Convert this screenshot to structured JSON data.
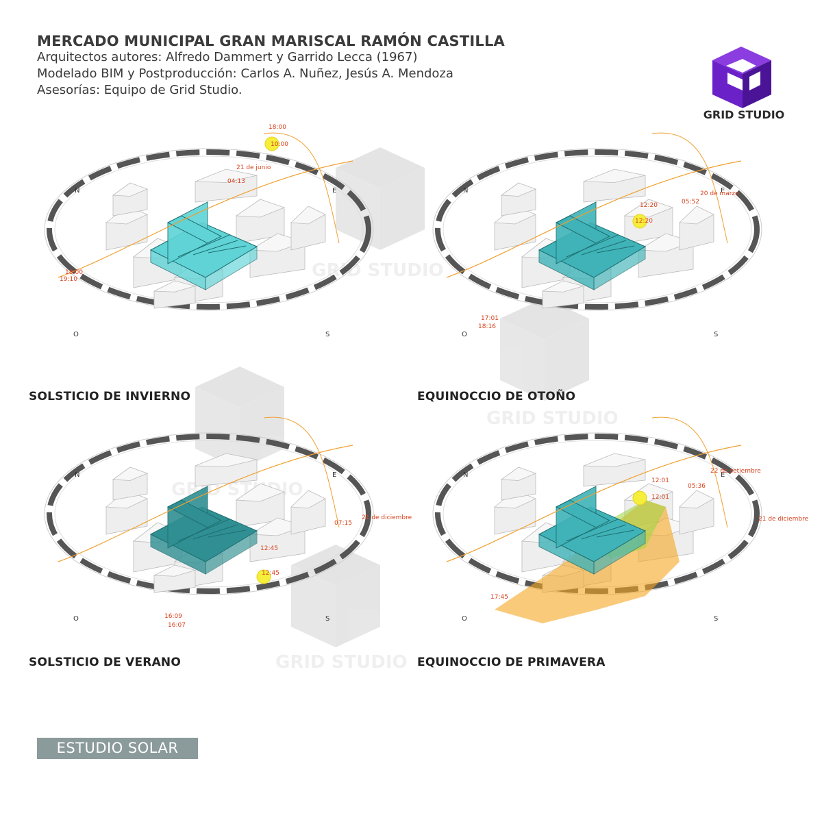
{
  "header": {
    "title": "MERCADO MUNICIPAL GRAN MARISCAL RAMÓN CASTILLA",
    "authors": "Arquitectos autores: Alfredo Dammert y Garrido Lecca (1967)",
    "modeling": "Modelado BIM y Postproducción: Carlos A. Nuñez, Jesús A. Mendoza",
    "advisory": "Asesorías: Equipo de Grid Studio."
  },
  "logo": {
    "name": "GRID STUDIO",
    "color": "#6b21c8"
  },
  "watermark": "GRID STUDIO",
  "compass": {
    "n": "N",
    "e": "E",
    "o": "O",
    "s": "S"
  },
  "panels": [
    {
      "caption": "SOLSTICIO DE INVIERNO",
      "date_label": "21 de junio",
      "times": [
        "18:00",
        "10:00",
        "04:13",
        "18:00",
        "19:10"
      ],
      "building_color": "#5fd3d6",
      "shadow": false
    },
    {
      "caption": "EQUINOCCIO DE OTOÑO",
      "date_label": "20 de marzo",
      "times": [
        "12:20",
        "05:52",
        "12:20",
        "17:01",
        "18:16"
      ],
      "building_color": "#3fb3b8",
      "shadow": false
    },
    {
      "caption": "SOLSTICIO DE VERANO",
      "date_label": "21 de diciembre",
      "times": [
        "07:15",
        "12:45",
        "12:45",
        "16:09",
        "16:07"
      ],
      "building_color": "#2f8f92",
      "shadow": false
    },
    {
      "caption": "EQUINOCCIO DE PRIMAVERA",
      "date_label": "22 de setiembre",
      "date_label2": "21 de diciembre",
      "times": [
        "12:01",
        "05:36",
        "12:01",
        "17:45"
      ],
      "building_color": "#3fb3b8",
      "shadow": true
    }
  ],
  "badge": "ESTUDIO SOLAR",
  "colors": {
    "sun": "#f5ee3a",
    "sunpath": "#f0a030",
    "shadow": "#f6a623",
    "ring": "#555555"
  }
}
